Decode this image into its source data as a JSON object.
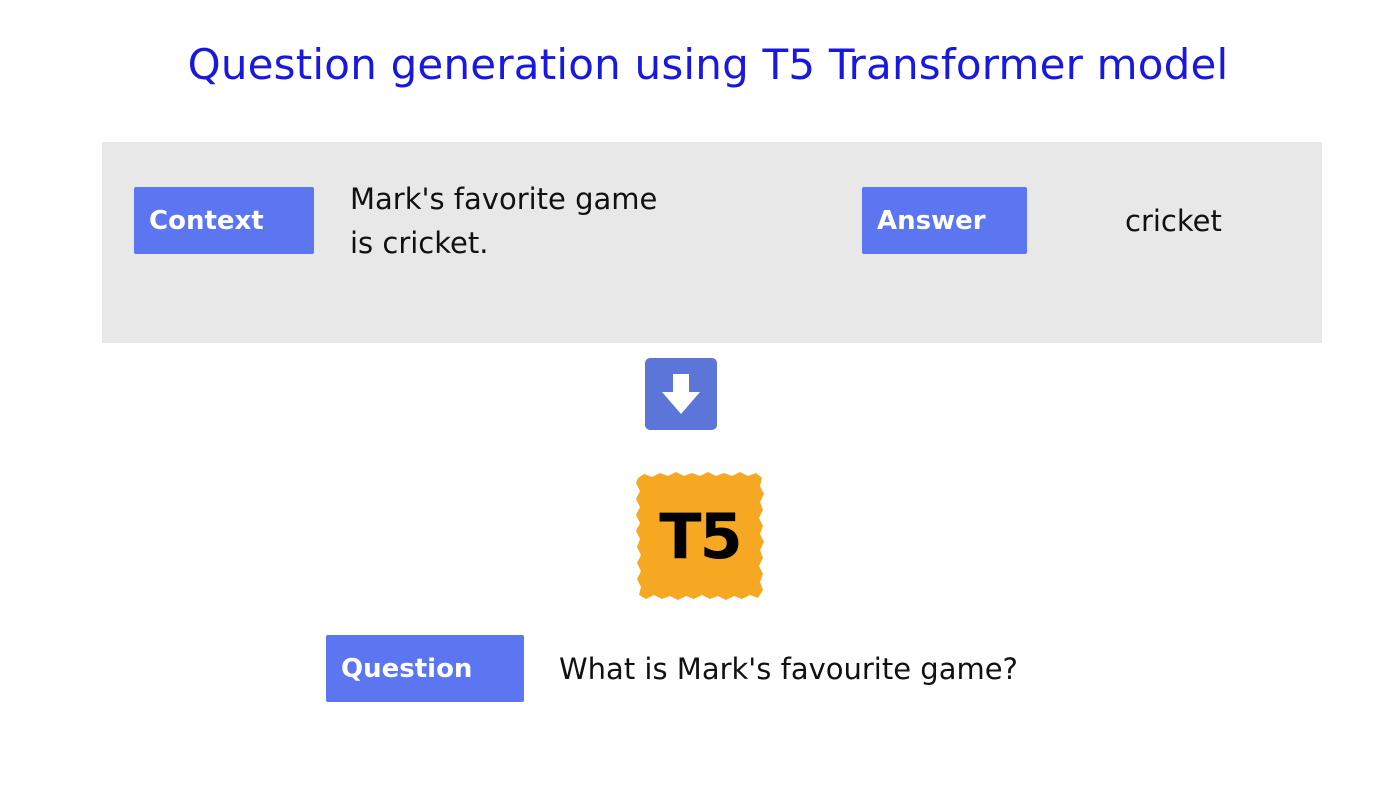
{
  "title": "Question generation using T5 Transformer model",
  "input": {
    "context_label": "Context",
    "context_lines": [
      "Mark's favorite game",
      "is cricket."
    ],
    "answer_label": "Answer",
    "answer_value": "cricket"
  },
  "arrow_icon": "down-arrow-icon",
  "model": {
    "logo_text": "T5",
    "logo_color": "#f7a823"
  },
  "output": {
    "question_label": "Question",
    "question_value": "What is Mark's favourite game?"
  },
  "colors": {
    "title": "#1818e0",
    "tag_background": "#5b76f0",
    "panel_background": "#e8e8e8",
    "arrow_background": "#5b76d8"
  }
}
